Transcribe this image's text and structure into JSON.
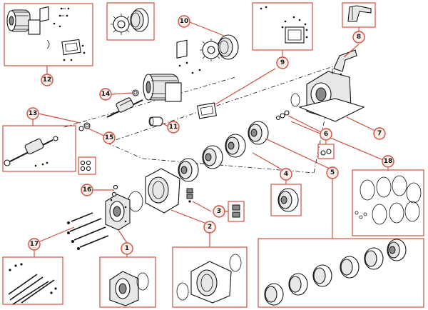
{
  "colors": {
    "callout_stroke": "#d0503f",
    "callout_fill": "#fdeeea",
    "line_art": "#111111",
    "background": "#ffffff"
  },
  "callouts": {
    "c1": "1",
    "c2": "2",
    "c3": "3",
    "c4": "4",
    "c5": "5",
    "c6": "6",
    "c7": "7",
    "c8": "8",
    "c9": "9",
    "c10": "10",
    "c11": "11",
    "c12": "12",
    "c13": "13",
    "c14": "14",
    "c15": "15",
    "c16": "16",
    "c17": "17",
    "c18": "18"
  }
}
